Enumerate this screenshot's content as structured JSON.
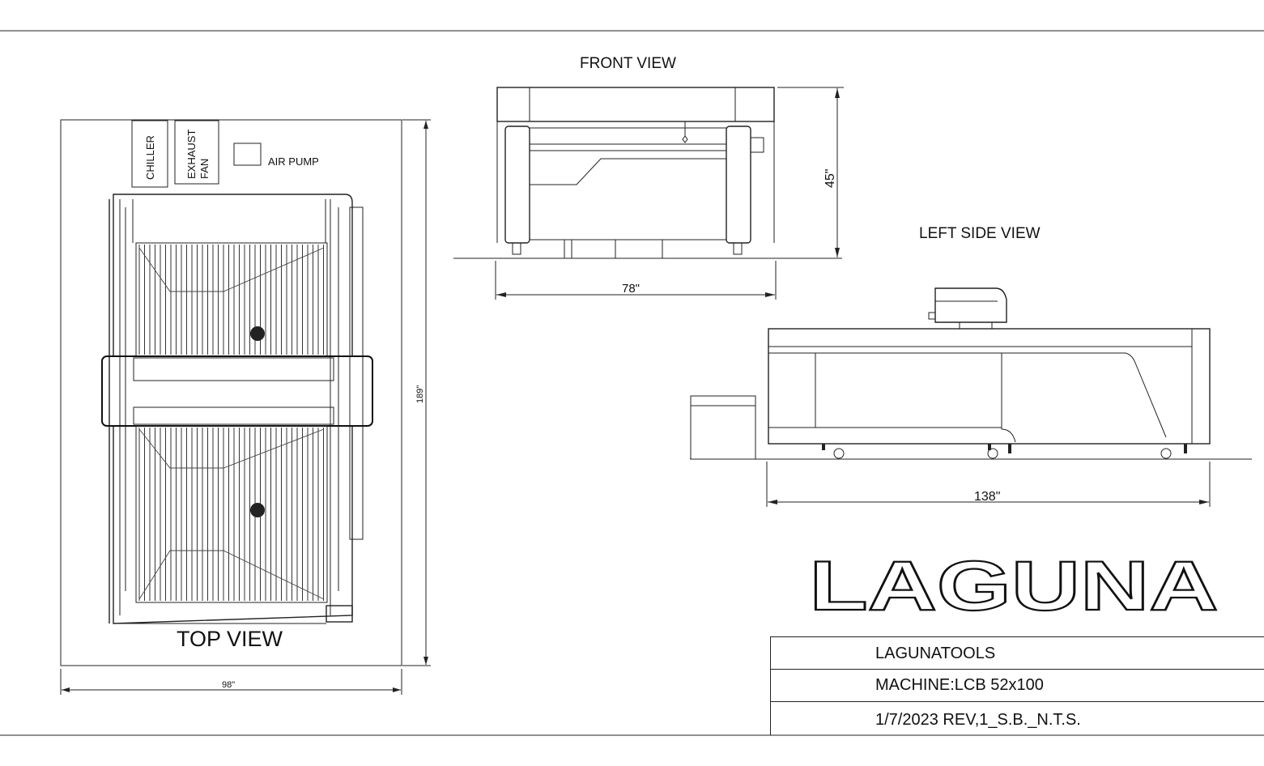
{
  "views": {
    "front_title": "FRONT VIEW",
    "left_side_title": "LEFT SIDE VIEW",
    "top_title": "TOP VIEW"
  },
  "top_view": {
    "chiller_label": "CHILLER",
    "exhaust_label_line1": "EXHAUST",
    "exhaust_label_line2": "FAN",
    "air_pump_label": "AIR PUMP"
  },
  "dimensions": {
    "front_height": "45\"",
    "front_width": "78\"",
    "side_length": "138\"",
    "top_height": "189\"",
    "top_width": "98\""
  },
  "logo": {
    "text": "LAGUNA",
    "color": "#111111"
  },
  "title_block": {
    "company": "LAGUNATOOLS",
    "machine": "MACHINE:LCB 52x100",
    "revision": "1/7/2023 REV,1_S.B._N.T.S."
  }
}
